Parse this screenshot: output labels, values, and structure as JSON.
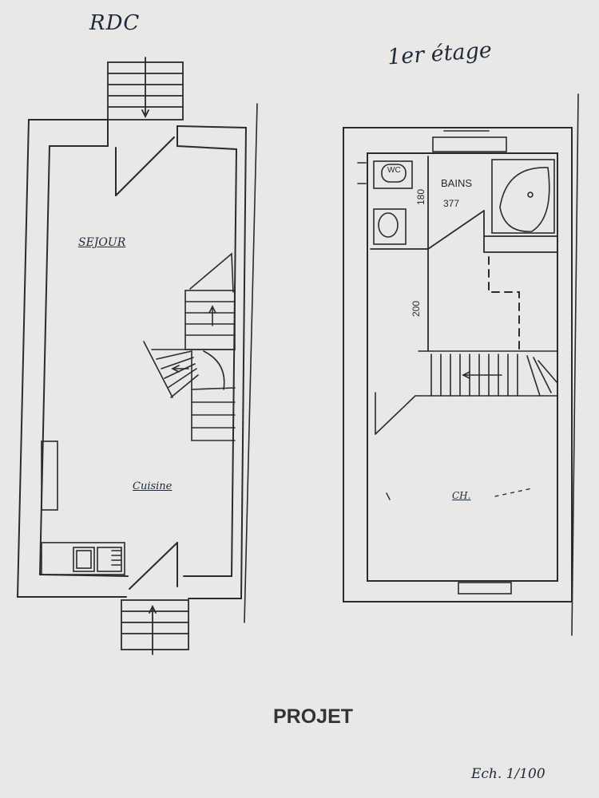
{
  "plans": {
    "ground": {
      "title": "RDC",
      "rooms": {
        "living": "SEJOUR",
        "kitchen": "Cuisine"
      }
    },
    "upper": {
      "title": "1er étage",
      "rooms": {
        "bathroom": "BAINS",
        "bathroom_dimension": "377",
        "bedroom": "CH.",
        "wc": "WC"
      },
      "dimensions": {
        "bath_height": "180",
        "landing_height": "200"
      }
    }
  },
  "footer": {
    "status": "PROJET",
    "scale": "Ech.   1/100"
  },
  "colors": {
    "paper": "#e9e8e6",
    "ink": "#2a2a2a",
    "pen": "#1e2a3a"
  }
}
